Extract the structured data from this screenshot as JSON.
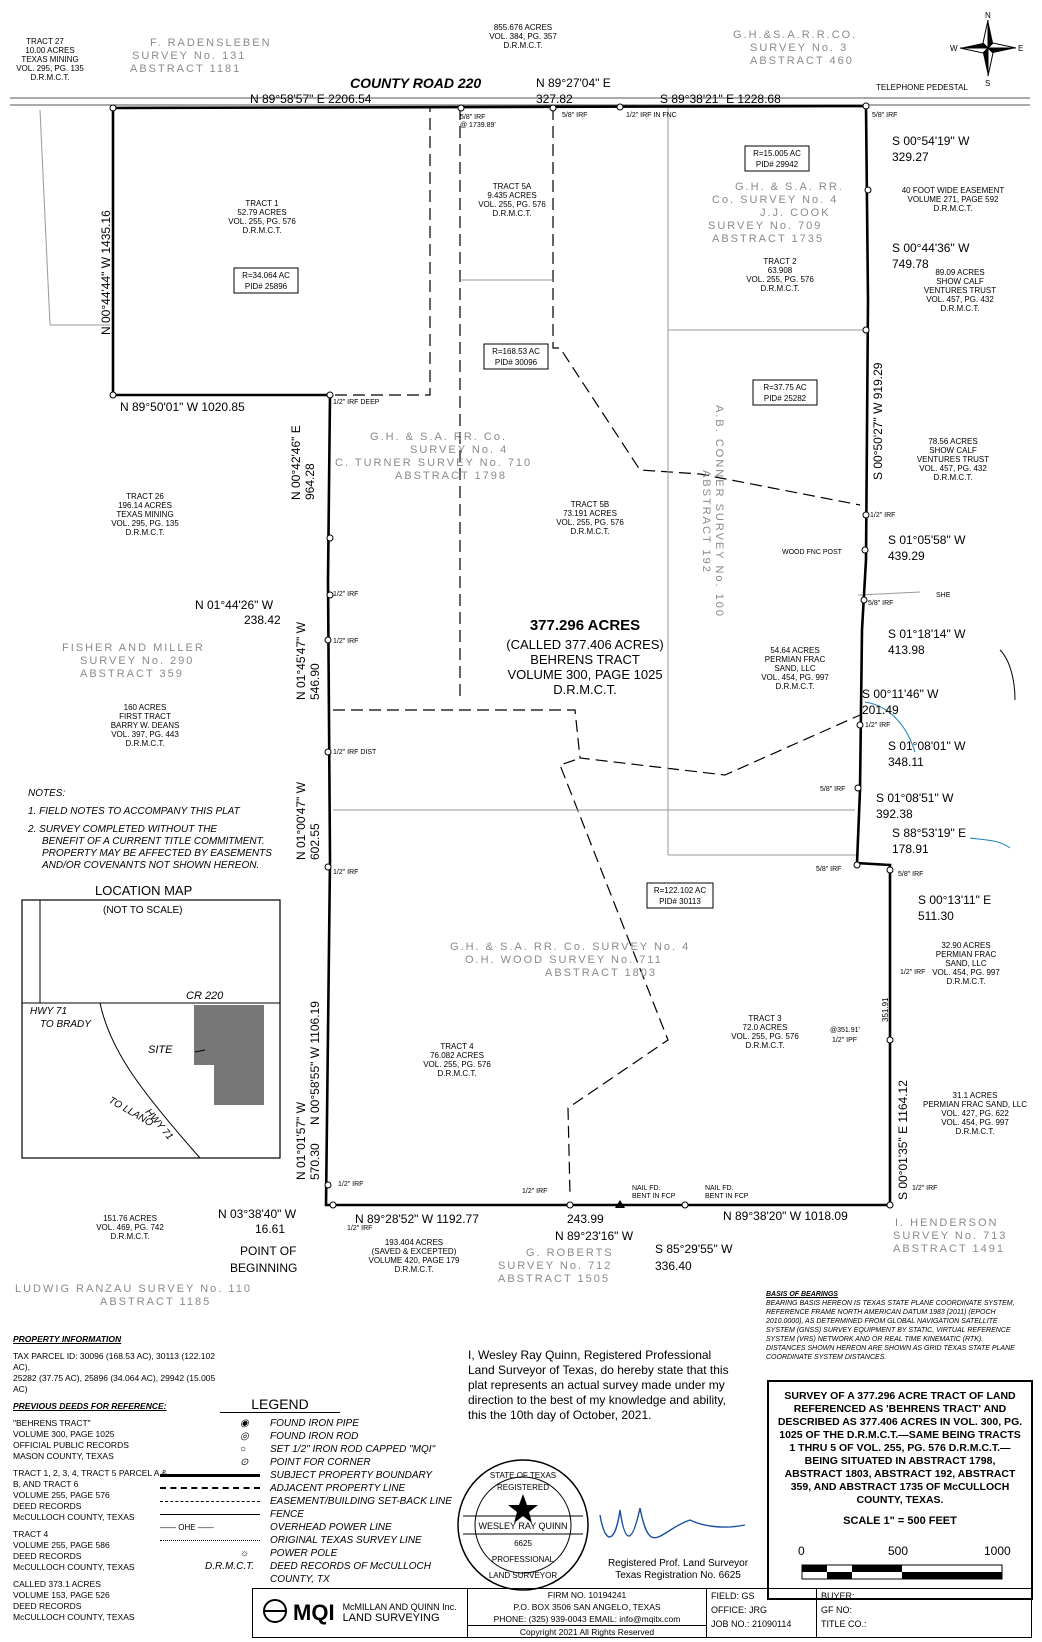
{
  "header": {
    "road": "COUNTY ROAD 220",
    "north_labels": {
      "n": "N",
      "e": "E",
      "s": "S",
      "w": "W"
    },
    "telephone": "TELEPHONE PEDESTAL"
  },
  "surveys": {
    "radensleben": [
      "F. RADENSLEBEN",
      "SURVEY No. 131",
      "ABSTRACT 1181"
    ],
    "ghsa3": [
      "G.H.&S.A.R.R.CO.",
      "SURVEY No. 3",
      "ABSTRACT 460"
    ],
    "cook": [
      "G.H. & S.A. RR.",
      "Co. SURVEY No. 4",
      "J.J. COOK",
      "SURVEY No. 709",
      "ABSTRACT 1735"
    ],
    "turner": [
      "G.H. & S.A. RR. Co.",
      "SURVEY No. 4",
      "C. TURNER SURVEY No. 710",
      "ABSTRACT 1798"
    ],
    "fisher": [
      "FISHER AND MILLER",
      "SURVEY No. 290",
      "ABSTRACT 359"
    ],
    "wood": [
      "G.H. & S.A. RR. Co. SURVEY No. 4",
      "O.H. WOOD SURVEY No. 711",
      "ABSTRACT 1803"
    ],
    "conner": "A.B. CONNER SURVEY No. 100",
    "conner_abs": "ABSTRACT 192",
    "henderson": [
      "I. HENDERSON",
      "SURVEY No. 713",
      "ABSTRACT 1491"
    ],
    "roberts": [
      "G. ROBERTS",
      "SURVEY No. 712",
      "ABSTRACT 1505"
    ],
    "ranzau": [
      "LUDWIG RANZAU SURVEY No. 110",
      "ABSTRACT 1185"
    ]
  },
  "tracts": {
    "t27": [
      "TRACT 27",
      "10.00 ACRES",
      "TEXAS MINING",
      "VOL. 295, PG. 135",
      "D.R.M.C.T."
    ],
    "north": [
      "855.676 ACRES",
      "VOL. 384, PG. 357",
      "D.R.M.C.T."
    ],
    "t1": [
      "TRACT 1",
      "52.79 ACRES",
      "VOL. 255, PG. 576",
      "D.R.M.C.T."
    ],
    "t5a": [
      "TRACT 5A",
      "9.435 ACRES",
      "VOL. 255, PG. 576",
      "D.R.M.C.T."
    ],
    "t2": [
      "TRACT 2",
      "63.908",
      "VOL. 255, PG. 576",
      "D.R.M.C.T."
    ],
    "easement": [
      "40 FOOT WIDE EASEMENT",
      "VOLUME 271, PAGE 592",
      "D.R.M.C.T."
    ],
    "show1": [
      "89.09 ACRES",
      "SHOW CALF",
      "VENTURES TRUST",
      "VOL. 457, PG. 432",
      "D.R.M.C.T."
    ],
    "show2": [
      "78.56 ACRES",
      "SHOW CALF",
      "VENTURES TRUST",
      "VOL. 457, PG. 432",
      "D.R.M.C.T."
    ],
    "t26": [
      "TRACT 26",
      "196.14 ACRES",
      "TEXAS MINING",
      "VOL. 295, PG. 135",
      "D.R.M.C.T."
    ],
    "t5b": [
      "TRACT 5B",
      "73.191 ACRES",
      "VOL. 255, PG. 576",
      "D.R.M.C.T."
    ],
    "permian1": [
      "54.64 ACRES",
      "PERMIAN FRAC",
      "SAND, LLC",
      "VOL. 454, PG. 997",
      "D.R.M.C.T."
    ],
    "deans": [
      "160 ACRES",
      "FIRST TRACT",
      "BARRY W. DEANS",
      "VOL. 397, PG. 443",
      "D.R.M.C.T."
    ],
    "permian2": [
      "32.90 ACRES",
      "PERMIAN FRAC",
      "SAND, LLC",
      "VOL. 454, PG. 997",
      "D.R.M.C.T."
    ],
    "t4": [
      "TRACT 4",
      "76.082 ACRES",
      "VOL. 255, PG. 576",
      "D.R.M.C.T."
    ],
    "t3": [
      "TRACT 3",
      "72.0 ACRES",
      "VOL. 255, PG. 576",
      "D.R.M.C.T."
    ],
    "permian3": [
      "31.1 ACRES",
      "PERMIAN FRAC SAND, LLC",
      "VOL. 427, PG. 622",
      "VOL. 454, PG. 997",
      "D.R.M.C.T."
    ],
    "t15176": [
      "151.76 ACRES",
      "VOL. 469, PG. 742",
      "D.R.M.C.T."
    ],
    "saved": [
      "193.404 ACRES",
      "(SAVED & EXCEPTED)",
      "VOLUME 420, PAGE 179",
      "D.R.M.C.T."
    ]
  },
  "main_tract": [
    "377.296 ACRES",
    "(CALLED 377.406 ACRES)",
    "BEHRENS TRACT",
    "VOLUME 300, PAGE 1025",
    "D.R.M.C.T."
  ],
  "pid_boxes": [
    {
      "r": "R=15.005 AC",
      "pid": "PID# 29942"
    },
    {
      "r": "R=34.064 AC",
      "pid": "PID# 25896"
    },
    {
      "r": "R=168.53 AC",
      "pid": "PID# 30096"
    },
    {
      "r": "R=37.75 AC",
      "pid": "PID# 25282"
    },
    {
      "r": "R=122.102 AC",
      "pid": "PID# 30113"
    }
  ],
  "calls": {
    "top1": "N 89°58'57\" E 2206.54",
    "top2": "N 89°27'04\" E",
    "top2d": "327.82",
    "top3": "S 89°38'21\" E 1228.68",
    "left1": "N 00°44'44\" W 1435.16",
    "mid1": "N 89°50'01\" W 1020.85",
    "left2": "N 00°42'46\" E",
    "left2d": "964.28",
    "jog": "N 01°44'26\" W",
    "jogd": "238.42",
    "left3": "N 01°45'47\" W",
    "left3d": "546.90",
    "left4": "N 01°00'47\" W",
    "left4d": "602.55",
    "left5": "N 00°58'55\" W 1106.19",
    "left6": "N 01°01'57\" W",
    "left6d": "570.30",
    "pob": "N 03°38'40\" W",
    "pobd": "16.61",
    "bot1": "N 89°28'52\" W 1192.77",
    "bot2": "243.99",
    "bot2b": "N 89°23'16\" W",
    "bot3": "S 85°29'55\" W",
    "bot3d": "336.40",
    "bot4": "N 89°38'20\" W 1018.09",
    "r1": "S 00°54'19\" W",
    "r1d": "329.27",
    "r2": "S 00°44'36\" W",
    "r2d": "749.78",
    "r3": "S 00°50'27\" W 919.29",
    "r4": "S 01°05'58\" W",
    "r4d": "439.29",
    "r5": "S 01°18'14\" W",
    "r5d": "413.98",
    "r6": "S 00°11'46\" W",
    "r6d": "201.49",
    "r7": "S 01°08'01\" W",
    "r7d": "348.11",
    "r8": "S 01°08'51\" W",
    "r8d": "392.38",
    "r9": "S 88°53'19\" E",
    "r9d": "178.91",
    "r10": "S 00°13'11\" E",
    "r10d": "511.30",
    "r11": "S 00°01'35\" E 1164.12",
    "r11b": "351.91"
  },
  "monuments": {
    "irf1": "5/8\" IRF",
    "irf1b": "@ 1739.89'",
    "irf2": "5/8\" IRF",
    "irf3": "1/2\" IRF IN FNC",
    "irf4": "5/8\" IRF",
    "deep": "1/2\" IRF DEEP",
    "irf5": "1/2\" IRF",
    "wood": "WOOD FNC POST",
    "irf6": "5/8\" IRF",
    "irf7": "1/2\" IRF",
    "irf8": "1/2\" IRF",
    "dist": "1/2\" IRF DIST",
    "irf9": "1/2\" IRF",
    "irf10": "1/2\" IRF",
    "irf11": "5/8\" IRF",
    "irf12": "5/8\" IRF",
    "irf13": "5/8\" IRF",
    "irf14": "1/2\" IRF",
    "ipf": "@351.91'",
    "ipf2": "1/2\" IPF",
    "irf15": "1/2\" IRF",
    "irf16": "1/2\" IRF",
    "irf17": "1/2\" IRF",
    "irf18": "1/2\" IRF",
    "nail1": "NAIL FD.",
    "nail1b": "BENT IN FCP",
    "nail2": "NAIL FD.",
    "nail2b": "BENT IN FCP",
    "she": "SHE",
    "pob": "POINT OF",
    "pob2": "BEGINNING"
  },
  "notes": {
    "title": "NOTES:",
    "n1": "1. FIELD NOTES TO ACCOMPANY THIS PLAT",
    "n2": [
      "2. SURVEY COMPLETED WITHOUT THE",
      "BENEFIT OF A CURRENT TITLE COMMITMENT.",
      "PROPERTY MAY BE AFFECTED BY EASEMENTS",
      "AND/OR COVENANTS NOT SHOWN HEREON."
    ]
  },
  "location_map": {
    "title": "LOCATION MAP",
    "sub": "(NOT TO SCALE)",
    "cr": "CR 220",
    "hwy71a": "HWY 71",
    "brady": "TO BRADY",
    "site": "SITE",
    "hwy71b": "HWY 71",
    "llano": "TO LLANO"
  },
  "property_info": {
    "title": "PROPERTY INFORMATION",
    "lines": [
      "TAX PARCEL ID: 30096 (168.53 AC), 30113 (122.102 AC),",
      "25282 (37.75 AC), 25896 (34.064 AC), 29942 (15.005 AC)"
    ],
    "prev_title": "PREVIOUS DEEDS FOR REFERENCE:",
    "prev": [
      "\"BEHRENS TRACT\"",
      "VOLUME 300, PAGE 1025",
      "OFFICIAL PUBLIC RECORDS",
      "MASON COUNTY, TEXAS",
      "",
      "TRACT 1, 2, 3, 4, TRACT 5 PARCEL A &",
      "B, AND TRACT 6",
      "VOLUME 255, PAGE 576",
      "DEED RECORDS",
      "McCULLOCH COUNTY, TEXAS",
      "",
      "TRACT 4",
      "VOLUME 255, PAGE 586",
      "DEED RECORDS",
      "McCULLOCH COUNTY, TEXAS",
      "",
      "CALLED 373.1 ACRES",
      "VOLUME 153, PAGE 526",
      "DEED RECORDS",
      "McCULLOCH COUNTY, TEXAS"
    ]
  },
  "legend": {
    "title": "LEGEND",
    "items": [
      "FOUND IRON PIPE",
      "FOUND IRON ROD",
      "SET 1/2\" IRON ROD CAPPED \"MQI\"",
      "POINT FOR CORNER",
      "SUBJECT PROPERTY BOUNDARY",
      "ADJACENT PROPERTY LINE",
      "EASEMENT/BUILDING SET-BACK LINE",
      "FENCE",
      "OVERHEAD POWER LINE",
      "ORIGINAL TEXAS SURVEY LINE",
      "POWER POLE",
      "DEED RECORDS OF McCULLOCH",
      "COUNTY, TX"
    ],
    "ohe": "OHE",
    "drmct": "D.R.M.C.T."
  },
  "certification": {
    "text": "I, Wesley Ray Quinn, Registered Professional Land Surveyor of Texas, do hereby state that this plat represents an actual survey made under my direction to the best of my knowledge and ability, this the 10th day of October, 2021.",
    "seal": [
      "STATE OF TEXAS",
      "REGISTERED",
      "WESLEY RAY QUINN",
      "6625",
      "PROFESSIONAL",
      "LAND SURVEYOR"
    ],
    "sig1": "Registered Prof. Land Surveyor",
    "sig2": "Texas Registration No. 6625"
  },
  "bearings": {
    "title": "BASIS OF BEARINGS",
    "text": "BEARING BASIS HEREON IS TEXAS STATE PLANE COORDINATE SYSTEM, REFERENCE FRAME NORTH AMERICAN DATUM 1983 (2011) (EPOCH 2010.0000), AS DETERMINED FROM GLOBAL NAVIGATION SATELLITE SYSTEM (GNSS) SURVEY EQUIPMENT BY STATIC, VIRTUAL REFERENCE SYSTEM (VRS) NETWORK AND OR REAL TIME KINEMATIC (RTK).",
    "text2": "DISTANCES SHOWN HEREON ARE SHOWN AS GRID TEXAS STATE PLANE COORDINATE SYSTEM DISTANCES."
  },
  "title_block": {
    "title": "SURVEY OF A 377.296 ACRE TRACT OF LAND REFERENCED AS 'BEHRENS TRACT' AND DESCRIBED AS 377.406 ACRES IN VOL. 300, PG. 1025 OF THE D.R.M.C.T.—SAME BEING TRACTS 1 THRU 5 OF VOL. 255, PG. 576 D.R.M.C.T.—BEING SITUATED IN ABSTRACT 1798, ABSTRACT 1803, ABSTRACT 192, ABSTRACT 359, AND ABSTRACT 1735 OF McCULLOCH COUNTY, TEXAS.",
    "scale": "SCALE 1\" = 500 FEET",
    "s0": "0",
    "s500": "500",
    "s1000": "1000"
  },
  "footer": {
    "logo": "MQI",
    "company1": "McMILLAN AND QUINN Inc.",
    "company2": "LAND SURVEYING",
    "firm": "FIRM NO. 10194241",
    "po": "P.O. BOX 3506   SAN ANGELO, TEXAS",
    "phone": "PHONE: (325) 939-0043   EMAIL: info@mqitx.com",
    "copyright": "Copyright  2021  All Rights Reserved",
    "field": "FIELD:  GS",
    "office": "OFFICE:  JRG",
    "job": "JOB NO.: 21090114",
    "buyer": "BUYER:",
    "gf": "GF NO:",
    "title": "TITLE CO.:"
  }
}
